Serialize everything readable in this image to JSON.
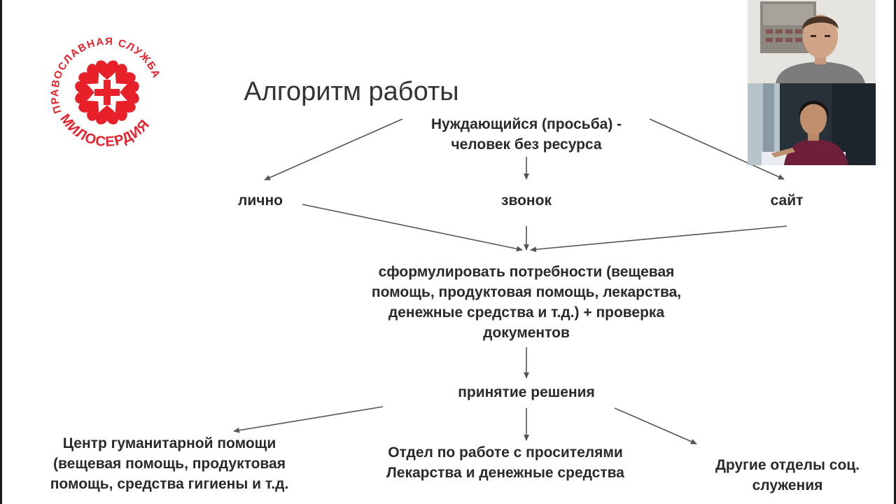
{
  "logo": {
    "text_top": "ПРАВОСЛАВНАЯ СЛУЖБА",
    "text_bottom": "МИЛОСЕРДИЯ",
    "color": "#e8202a"
  },
  "diagram": {
    "title": "Алгоритм работы",
    "nodes": {
      "root": "Нуждающийся (просьба) -\nчеловек без ресурса",
      "personal": "лично",
      "call": "звонок",
      "site": "сайт",
      "formulate": "сформулировать потребности (вещевая\nпомощь, продуктовая помощь, лекарства,\nденежные средства и т.д.) + проверка\nдокументов",
      "decision": "принятие решения",
      "center": "Центр гуманитарной помощи\n(вещевая помощь, продуктовая\nпомощь, средства гигиены и т.д.",
      "department": "Отдел по работе с просителями\nЛекарства и денежные средства",
      "other": "Другие отделы соц.\nслужения"
    }
  },
  "video_call": {
    "participants": [
      "participant-man",
      "participant-woman"
    ]
  }
}
